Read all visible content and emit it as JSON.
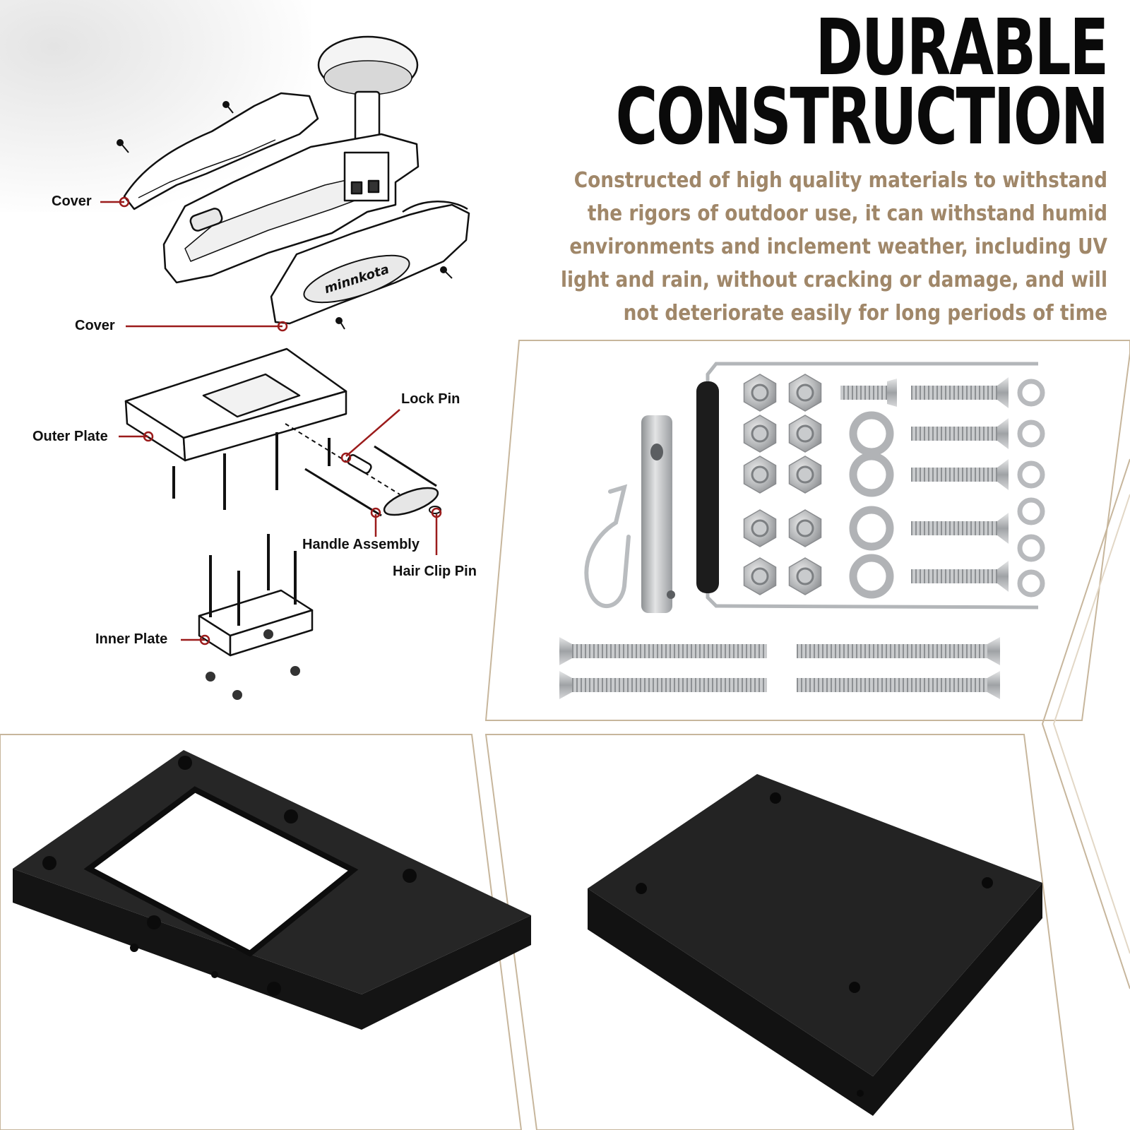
{
  "heading": {
    "line1": "DURABLE",
    "line2": "CONSTRUCTION",
    "color": "#0a0a0a"
  },
  "description": {
    "text": "Constructed of high quality materials to withstand the rigors of outdoor use, it can withstand humid environments and inclement weather, including UV light and rain, without cracking or damage, and will not deteriorate easily for long periods of time",
    "color": "#a08769"
  },
  "diagram": {
    "leader_color": "#9b1b1b",
    "labels": {
      "cover_top": "Cover",
      "cover_bottom": "Cover",
      "lock_pin": "Lock Pin",
      "outer_plate": "Outer Plate",
      "handle_assembly": "Handle Assembly",
      "hair_clip_pin": "Hair Clip Pin",
      "inner_plate": "Inner Plate"
    },
    "brand_mark": "minnkota"
  },
  "panels": {
    "frame_color": "#c7b69c",
    "items": [
      "hardware-kit-photo",
      "outer-plate-photo",
      "inner-plate-photo"
    ]
  },
  "parts_colors": {
    "plate": "#1f1f1f",
    "steel": "#c2c4c6"
  }
}
